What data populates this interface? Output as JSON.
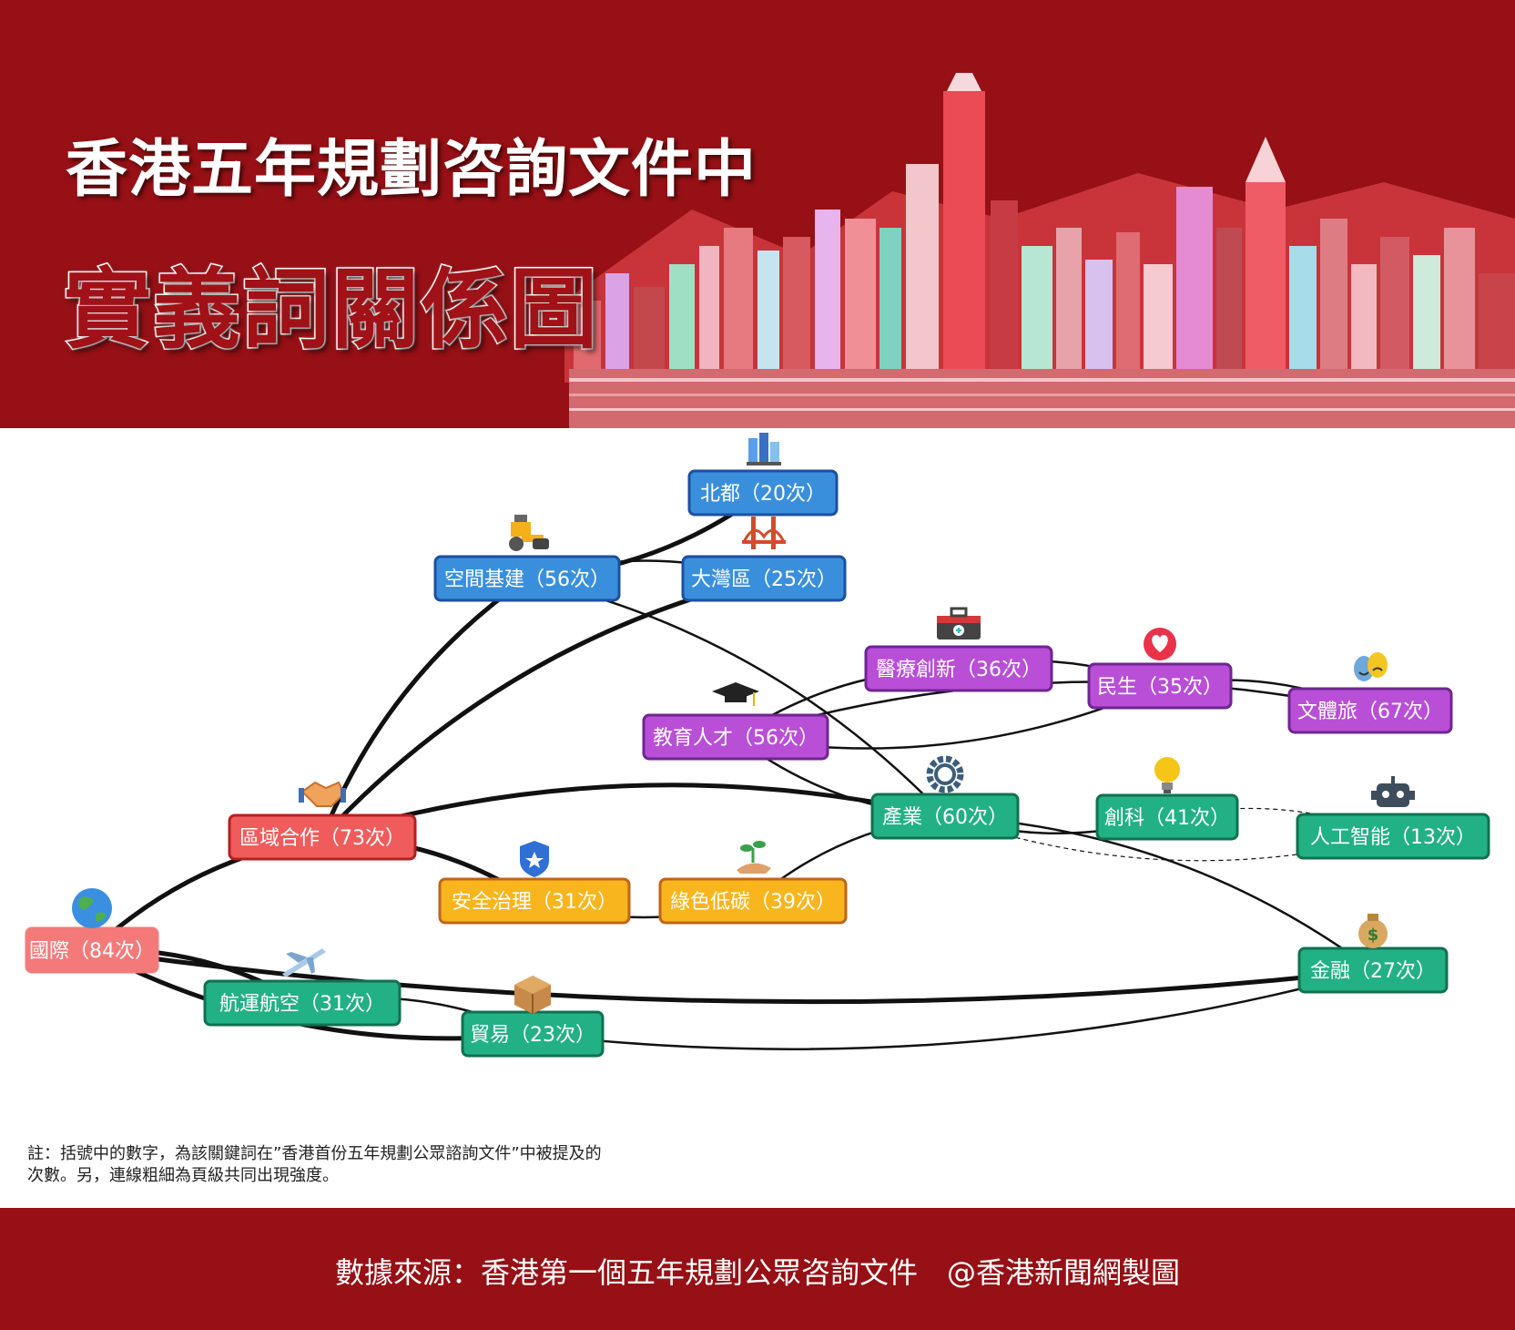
{
  "header": {
    "title_line1": "香港五年規劃咨詢文件中",
    "title_line2": "實義詞關係圖"
  },
  "nodes": [
    {
      "id": "n_beidu",
      "label": "北都（20次）",
      "icon": "buildings-icon",
      "color": "#3a8fdc",
      "border": "#1d4fa0"
    },
    {
      "id": "n_kongjian",
      "label": "空間基建（56次）",
      "icon": "road-roller-icon",
      "color": "#3a8fdc",
      "border": "#1d4fa0"
    },
    {
      "id": "n_dawan",
      "label": "大灣區（25次）",
      "icon": "bridge-icon",
      "color": "#3a8fdc",
      "border": "#1d4fa0"
    },
    {
      "id": "n_yiliao",
      "label": "醫療創新（36次）",
      "icon": "medical-kit-icon",
      "color": "#b84fd6",
      "border": "#6f2590"
    },
    {
      "id": "n_minsheng",
      "label": "民生（35次）",
      "icon": "heart-icon",
      "color": "#b84fd6",
      "border": "#6f2590"
    },
    {
      "id": "n_wenti",
      "label": "文體旅（67次）",
      "icon": "theater-masks-icon",
      "color": "#b84fd6",
      "border": "#6f2590"
    },
    {
      "id": "n_jiaoyu",
      "label": "教育人才（56次）",
      "icon": "graduation-cap-icon",
      "color": "#b84fd6",
      "border": "#6f2590"
    },
    {
      "id": "n_chanye",
      "label": "產業（60次）",
      "icon": "gear-icon",
      "color": "#22b184",
      "border": "#137052"
    },
    {
      "id": "n_chuangke",
      "label": "創科（41次）",
      "icon": "light-bulb-icon",
      "color": "#22b184",
      "border": "#137052"
    },
    {
      "id": "n_ai",
      "label": "人工智能（13次）",
      "icon": "robot-icon",
      "color": "#22b184",
      "border": "#137052"
    },
    {
      "id": "n_quyu",
      "label": "區域合作（73次）",
      "icon": "handshake-icon",
      "color": "#f05c5c",
      "border": "#b32020"
    },
    {
      "id": "n_anquan",
      "label": "安全治理（31次）",
      "icon": "shield-icon",
      "color": "#f8b51d",
      "border": "#c0641b"
    },
    {
      "id": "n_lvse",
      "label": "綠色低碳（39次）",
      "icon": "seedling-icon",
      "color": "#f8b51d",
      "border": "#c0641b"
    },
    {
      "id": "n_guoji",
      "label": "國際（84次）",
      "icon": "globe-icon",
      "color": "#f47a7a",
      "border": "#f47a7a"
    },
    {
      "id": "n_jinrong",
      "label": "金融（27次）",
      "icon": "money-bag-icon",
      "color": "#22b184",
      "border": "#137052"
    },
    {
      "id": "n_hangyun",
      "label": "航運航空（31次）",
      "icon": "airplane-icon",
      "color": "#22b184",
      "border": "#137052"
    },
    {
      "id": "n_maoyi",
      "label": "貿易（23次）",
      "icon": "package-icon",
      "color": "#22b184",
      "border": "#137052"
    }
  ],
  "edges": [
    {
      "from": "n_kongjian",
      "to": "n_beidu",
      "strength": "strong"
    },
    {
      "from": "n_kongjian",
      "to": "n_dawan",
      "strength": "thin"
    },
    {
      "from": "n_kongjian",
      "to": "n_quyu",
      "strength": "strong"
    },
    {
      "from": "n_kongjian",
      "to": "n_chanye",
      "strength": "thin"
    },
    {
      "from": "n_dawan",
      "to": "n_quyu",
      "strength": "strong"
    },
    {
      "from": "n_yiliao",
      "to": "n_minsheng",
      "strength": "thin"
    },
    {
      "from": "n_yiliao",
      "to": "n_jiaoyu",
      "strength": "thin"
    },
    {
      "from": "n_minsheng",
      "to": "n_wenti",
      "strength": "thin"
    },
    {
      "from": "n_jiaoyu",
      "to": "n_minsheng",
      "strength": "thin"
    },
    {
      "from": "n_jiaoyu",
      "to": "n_wenti",
      "strength": "thin"
    },
    {
      "from": "n_jiaoyu",
      "to": "n_chanye",
      "strength": "thin"
    },
    {
      "from": "n_quyu",
      "to": "n_chanye",
      "strength": "strong"
    },
    {
      "from": "n_chanye",
      "to": "n_chuangke",
      "strength": "thin"
    },
    {
      "from": "n_chuangke",
      "to": "n_ai",
      "strength": "dashed"
    },
    {
      "from": "n_chanye",
      "to": "n_ai",
      "strength": "dashed"
    },
    {
      "from": "n_chanye",
      "to": "n_jinrong",
      "strength": "thin"
    },
    {
      "from": "n_chanye",
      "to": "n_lvse",
      "strength": "thin"
    },
    {
      "from": "n_quyu",
      "to": "n_anquan",
      "strength": "strong"
    },
    {
      "from": "n_anquan",
      "to": "n_lvse",
      "strength": "thin"
    },
    {
      "from": "n_guoji",
      "to": "n_quyu",
      "strength": "strong"
    },
    {
      "from": "n_guoji",
      "to": "n_jinrong",
      "strength": "strong"
    },
    {
      "from": "n_guoji",
      "to": "n_hangyun",
      "strength": "strong"
    },
    {
      "from": "n_guoji",
      "to": "n_maoyi",
      "strength": "strong"
    },
    {
      "from": "n_hangyun",
      "to": "n_maoyi",
      "strength": "thin"
    },
    {
      "from": "n_maoyi",
      "to": "n_jinrong",
      "strength": "thin"
    }
  ],
  "note": "註：括號中的數字，為該關鍵詞在”香港首份五年規劃公眾諮詢文件”中被提及的次數。另，連線粗細為頁級共同出現強度。",
  "footer": "數據來源：香港第一個五年規劃公眾咨詢文件　@香港新聞網製圖"
}
